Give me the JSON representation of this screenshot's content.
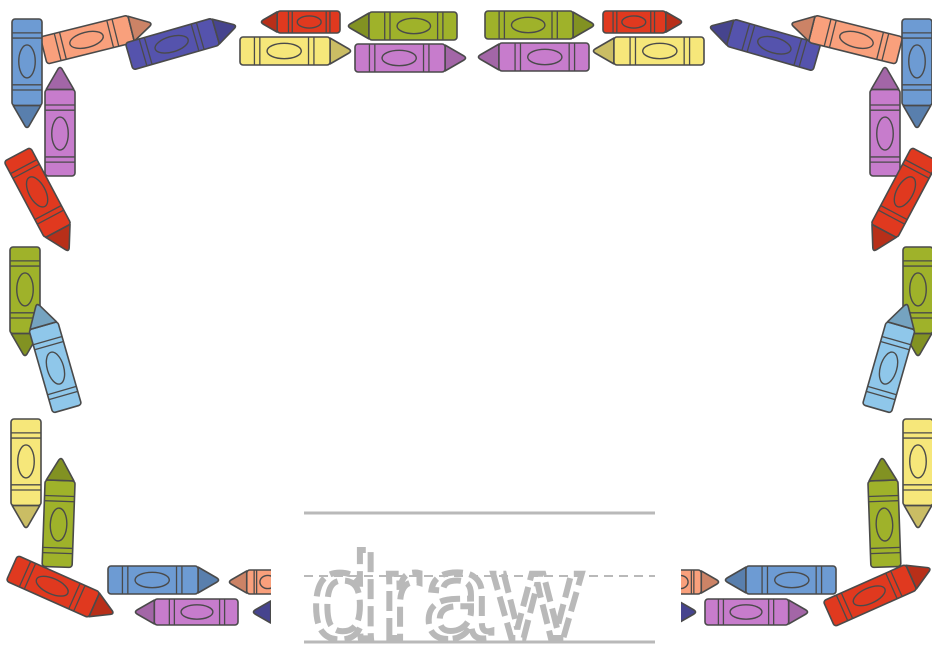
{
  "worksheet": {
    "trace_word": "draw"
  },
  "colors": {
    "outline": "#4a4a4a",
    "guide_line": "#b9b9b9",
    "blue": "#6d9bd3",
    "salmon": "#f9a07c",
    "indigo": "#5553ad",
    "red": "#e0391f",
    "yellow": "#f6e77a",
    "green": "#9fb22a",
    "purple": "#c77ccc",
    "light_blue": "#8fc7ea"
  },
  "crayon_colors": [
    "blue",
    "salmon",
    "indigo",
    "red",
    "yellow",
    "green",
    "purple",
    "light_blue"
  ]
}
